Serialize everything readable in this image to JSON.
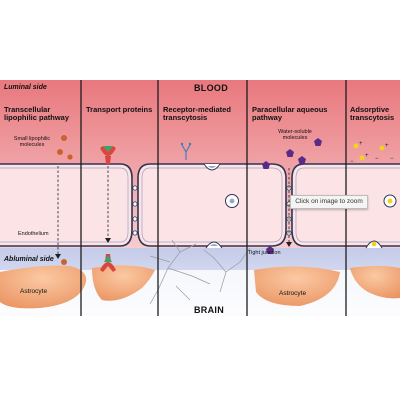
{
  "header": {
    "blood": "BLOOD",
    "brain": "BRAIN"
  },
  "sides": {
    "luminal": "Luminal side",
    "abluminal": "Abluminal side"
  },
  "pathways": [
    {
      "title": "Transcellular lipophilic pathway"
    },
    {
      "title": "Transport proteins"
    },
    {
      "title": "Receptor-mediated transcytosis"
    },
    {
      "title": "Paracellular aqueous pathway"
    },
    {
      "title": "Adsorptive transcytosis"
    }
  ],
  "labels": {
    "small_lipophilic": "Small lipophilic molecules",
    "endothelium": "Endothelium",
    "astrocyte": "Astrocyte",
    "water_soluble": "Water-soluble molecules",
    "tight_junction": "Tight junction"
  },
  "tooltip": {
    "text": "Click on image to zoom"
  },
  "colors": {
    "blood_top": "#e8787e",
    "blood_bottom": "#f6d0d2",
    "brain_band": "#c9d0ec",
    "cell_fill": "#fbe3e6",
    "cell_stroke": "#2f3553",
    "astrocyte": "#f0a070",
    "lipophilic_molecule": "#c9622e",
    "transporter": "#d9463e",
    "transport_substrate": "#3aa26a",
    "water_soluble_molecule": "#5b2a86",
    "adsorptive_molecule": "#f2d21e"
  },
  "icons": [
    "down-arrow-icon",
    "receptor-icon",
    "vesicle-icon",
    "star-molecule-icon",
    "pentagon-molecule-icon"
  ]
}
